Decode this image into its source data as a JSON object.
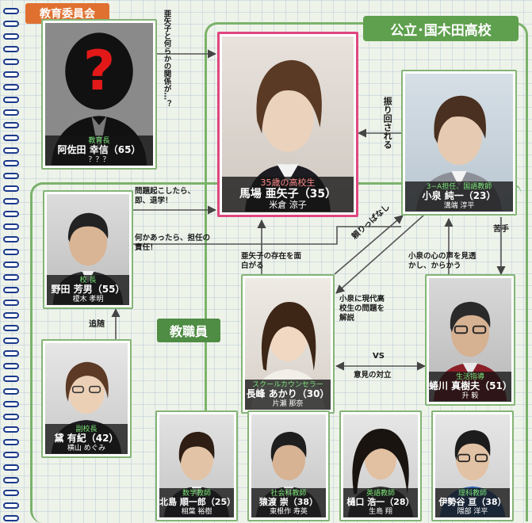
{
  "groups": {
    "board": "教育委員会",
    "school": "公立･国木田高校",
    "staff": "教職員"
  },
  "people": {
    "unknown": {
      "role": "教育長",
      "name": "阿佐田 幸信（65）",
      "actor": "？？？"
    },
    "baba": {
      "role": "35歳の高校生",
      "name": "馬場 亜矢子（35）",
      "actor": "米倉 涼子"
    },
    "koizumi": {
      "role": "3−A担任、国語教師",
      "name": "小泉 純一（23）",
      "actor": "溝端 淳平"
    },
    "noda": {
      "role": "校 長",
      "name": "野田 芳男（55）",
      "actor": "榎木 孝明"
    },
    "nagamine": {
      "role": "スクールカウンセラー",
      "name": "長峰 あかり（30）",
      "actor": "片瀬 那奈"
    },
    "nigawa": {
      "role": "生活指導",
      "name": "蜷川 真樹夫（51）",
      "actor": "升 毅"
    },
    "mayuzumi": {
      "role": "副校長",
      "name": "黛 有紀（42）",
      "actor": "横山 めぐみ"
    },
    "kitajima": {
      "role": "数学教師",
      "name": "北島 順一郎（25）",
      "actor": "相葉 裕樹"
    },
    "sarawatari": {
      "role": "社会科教師",
      "name": "猿渡 崇（38）",
      "actor": "東根作 寿英"
    },
    "higuchi": {
      "role": "英語教師",
      "name": "樋口 浩一（28）",
      "actor": "生島 翔"
    },
    "isegaya": {
      "role": "理科教師",
      "name": "伊勢谷 亘（38）",
      "actor": "隈部 洋平"
    }
  },
  "relations": {
    "board_to_baba": "亜矢子と何らかの関係が…？",
    "koizumi_baba": "振り回される",
    "noda_baba_1": "問題起こしたら、即、退学！",
    "noda_baba_2": "何かあったら、担任の責任！",
    "nagamine_baba": "亜矢子の存在を面白がる",
    "koizumi_nagamine": "頼りっぱなし",
    "nagamine_koizumi": "小泉に現代高校生の問題を解説",
    "koizumi_nigawa": "苦手",
    "nigawa_koizumi": "小泉の心の声を見透かし、からかう",
    "nagamine_nigawa_vs": "VS",
    "nagamine_nigawa": "意見の対立",
    "mayuzumi_noda": "追随"
  },
  "colors": {
    "zone": "#7bb26a",
    "tag_board": "#e07030",
    "tag_school": "#5fa04e",
    "tag_staff": "#4f8c44",
    "hero_border": "#e0467f"
  }
}
